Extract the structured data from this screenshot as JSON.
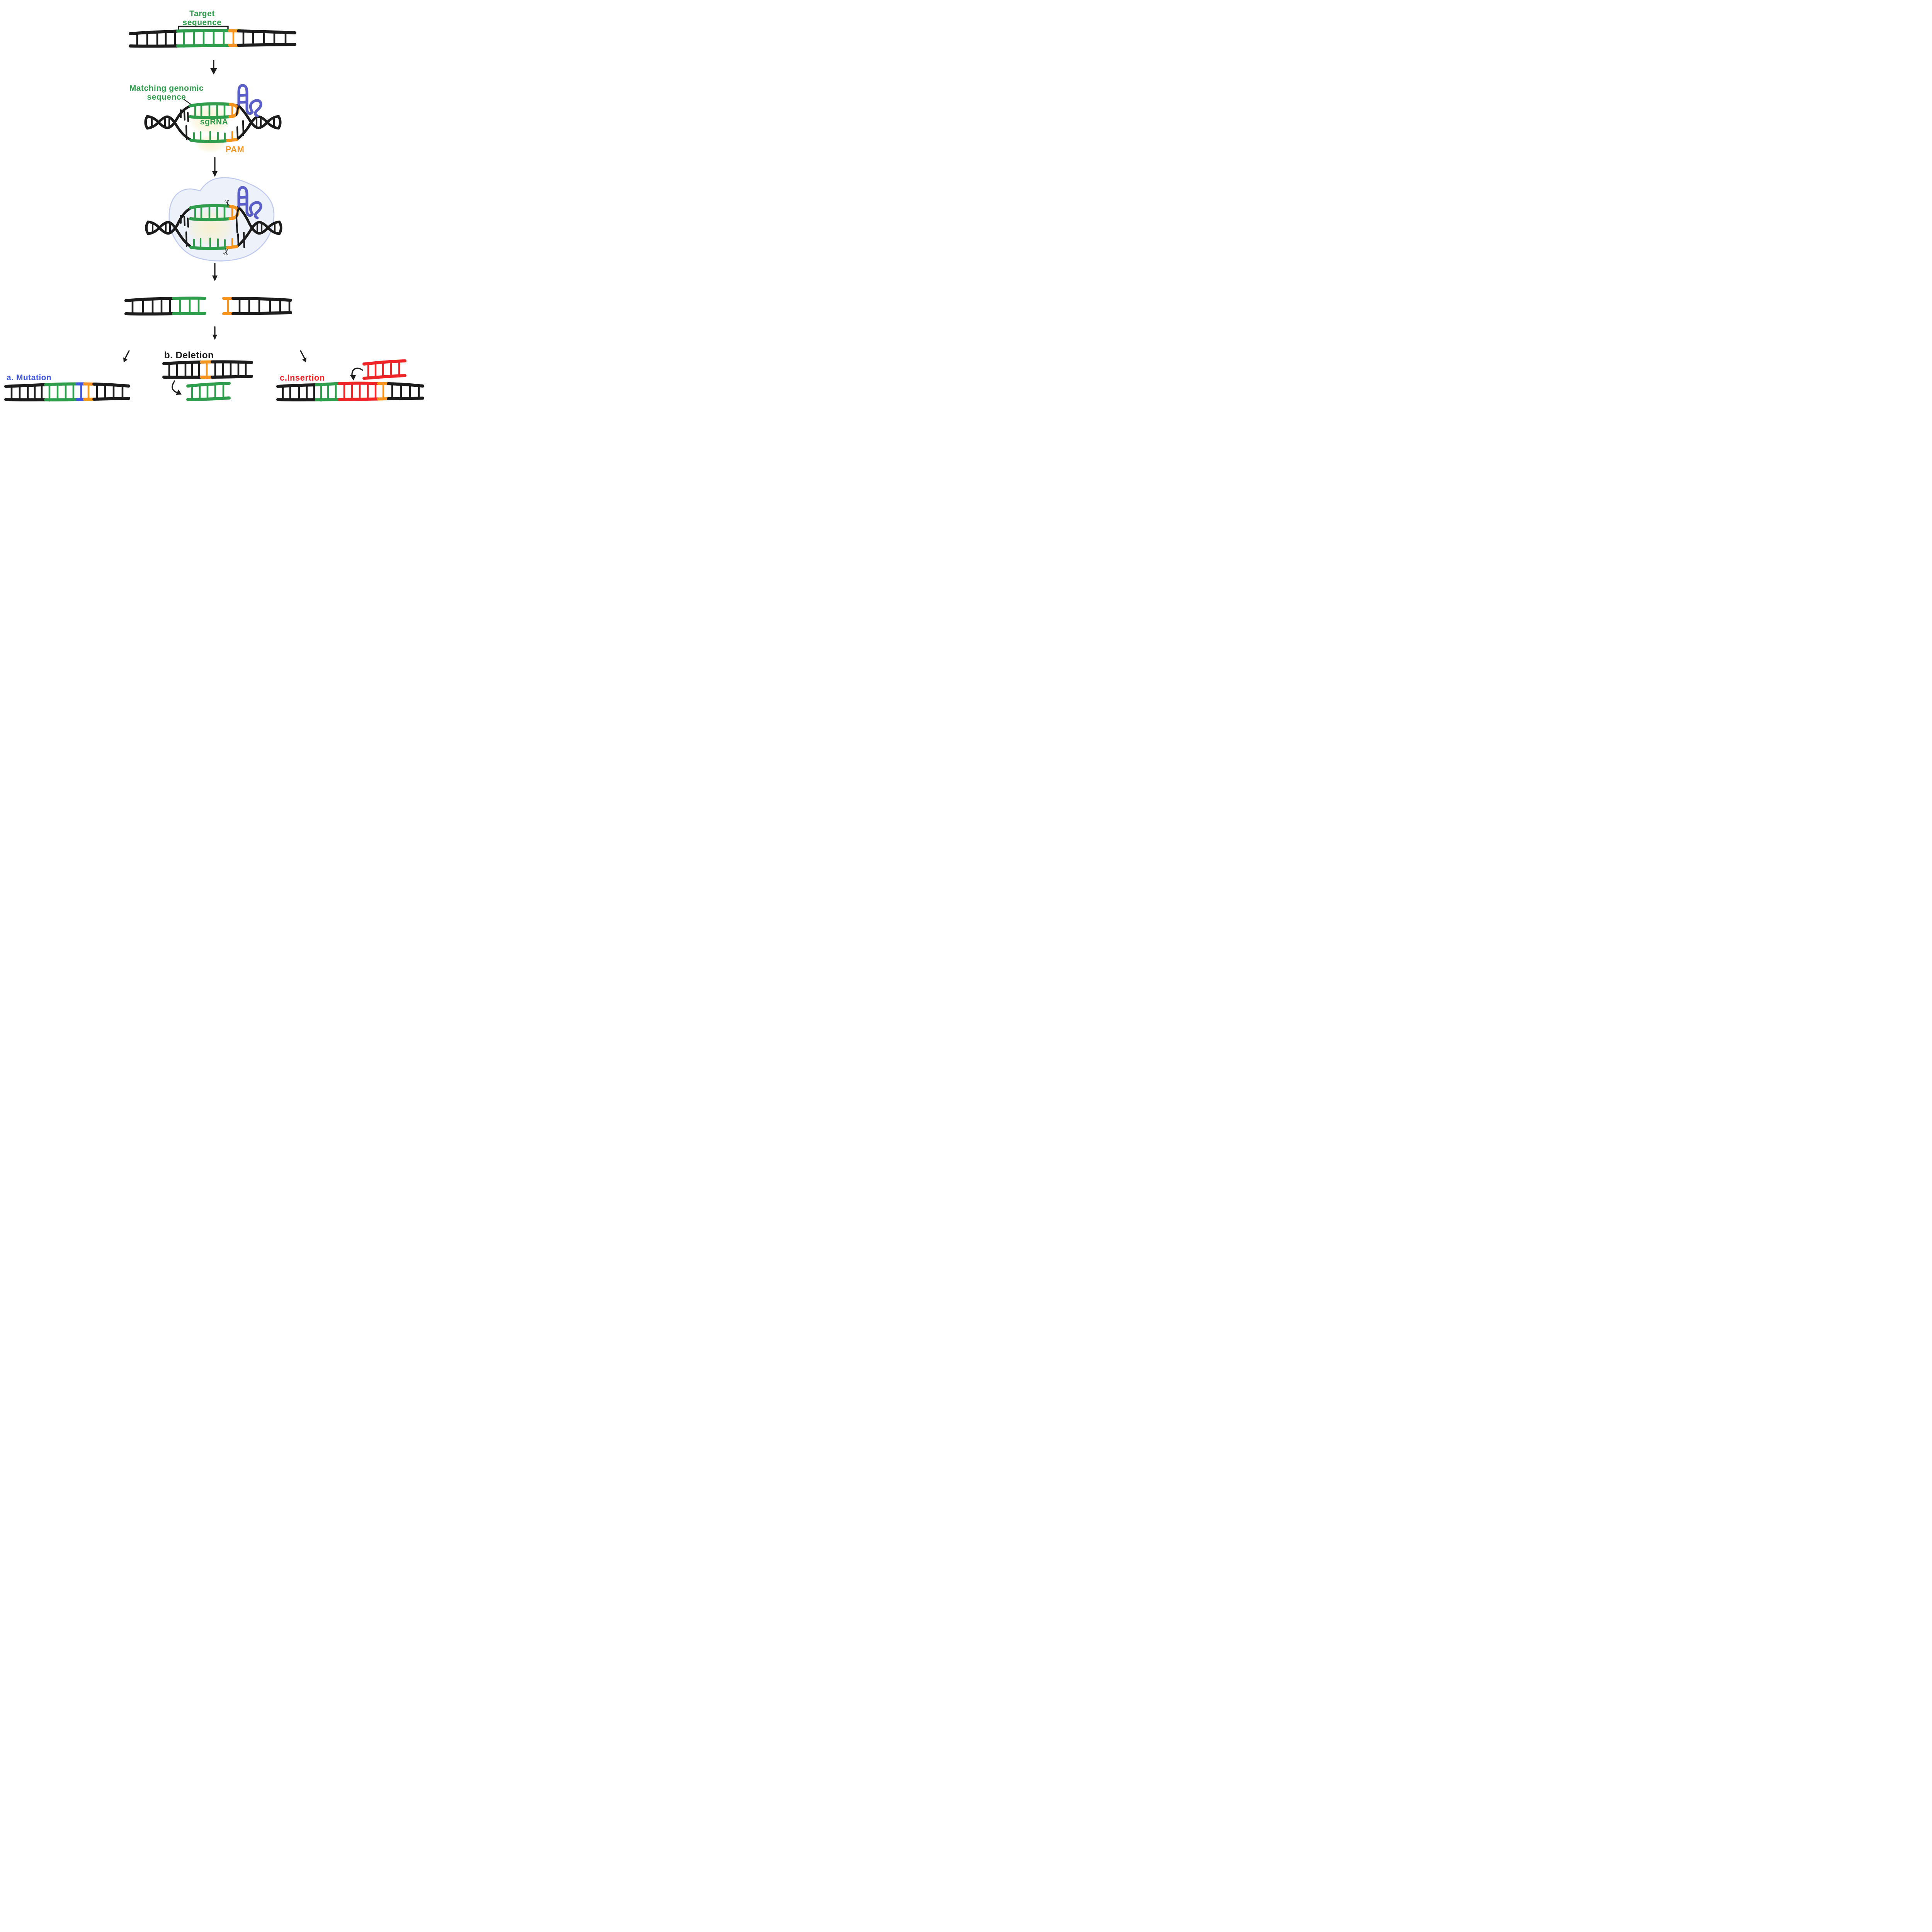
{
  "figure": {
    "type": "diagram",
    "subject": "CRISPR-Cas9 genome editing: sgRNA targeting, Cas9 cleavage, and repair outcomes"
  },
  "labels": {
    "target_line1": "Target",
    "target_line2": "sequence",
    "matching_line1": "Matching genomic",
    "matching_line2": "sequence",
    "sgrna": "sgRNA",
    "pam": "PAM",
    "outcome_a": "a. Mutation",
    "outcome_b": "b. Deletion",
    "outcome_c": "c.Insertion"
  },
  "icons": {
    "scissors": "✂"
  },
  "colors": {
    "black": "#1c1c1c",
    "green": "#2f9e4c",
    "orange": "#f7941d",
    "scaffold_blue": "#5a5fc7",
    "mutation_blue": "#3f56de",
    "red": "#ee2426",
    "blob_fill": "#edf1fa",
    "blob_stroke": "#c0caee",
    "glow_yellow": "#f8f1cc"
  }
}
